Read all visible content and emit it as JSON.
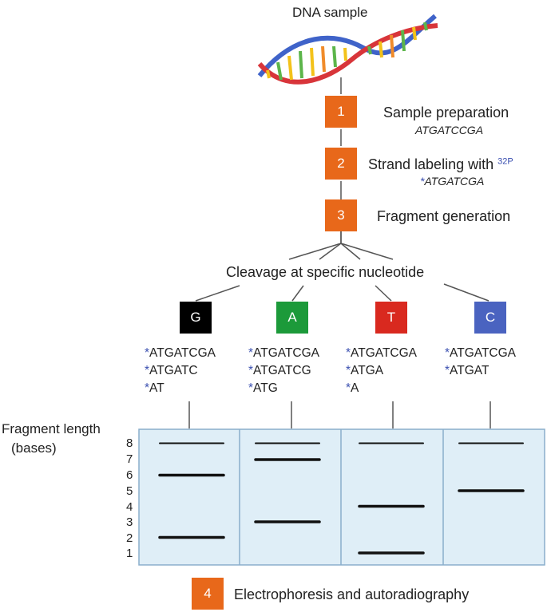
{
  "title": "DNA sample",
  "steps": [
    {
      "num": "1",
      "label": "Sample preparation",
      "sub": "ATGATCCGA"
    },
    {
      "num": "2",
      "label": "Strand labeling with",
      "label_suffix": "32P",
      "sub_star": "*",
      "sub": "ATGATCGA"
    },
    {
      "num": "3",
      "label": "Fragment generation"
    }
  ],
  "cleavage_label": "Cleavage at specific nucleotide",
  "lanes": [
    {
      "base": "G",
      "color": "#000000",
      "fragments": [
        "ATGATCGA",
        "ATGATC",
        "AT"
      ],
      "bands": [
        8,
        6,
        2
      ]
    },
    {
      "base": "A",
      "color": "#1c9a3a",
      "fragments": [
        "ATGATCGA",
        "ATGATCG",
        "ATG"
      ],
      "bands": [
        8,
        7,
        3
      ]
    },
    {
      "base": "T",
      "color": "#d9291f",
      "fragments": [
        "ATGATCGA",
        "ATGA",
        "A"
      ],
      "bands": [
        8,
        4,
        1
      ]
    },
    {
      "base": "C",
      "color": "#4a63c0",
      "fragments": [
        "ATGATCGA",
        "ATGAT"
      ],
      "bands": [
        8,
        5
      ]
    }
  ],
  "star": "*",
  "axis": {
    "label_line1": "Fragment length",
    "label_line2": "(bases)",
    "ticks": [
      "8",
      "7",
      "6",
      "5",
      "4",
      "3",
      "2",
      "1"
    ]
  },
  "final_step": {
    "num": "4",
    "label": "Electrophoresis and autoradiography"
  },
  "colors": {
    "step_orange": "#e8681a",
    "gel_fill": "#dfeef7",
    "gel_border": "#8aaecc",
    "star_blue": "#3a4fb0"
  }
}
